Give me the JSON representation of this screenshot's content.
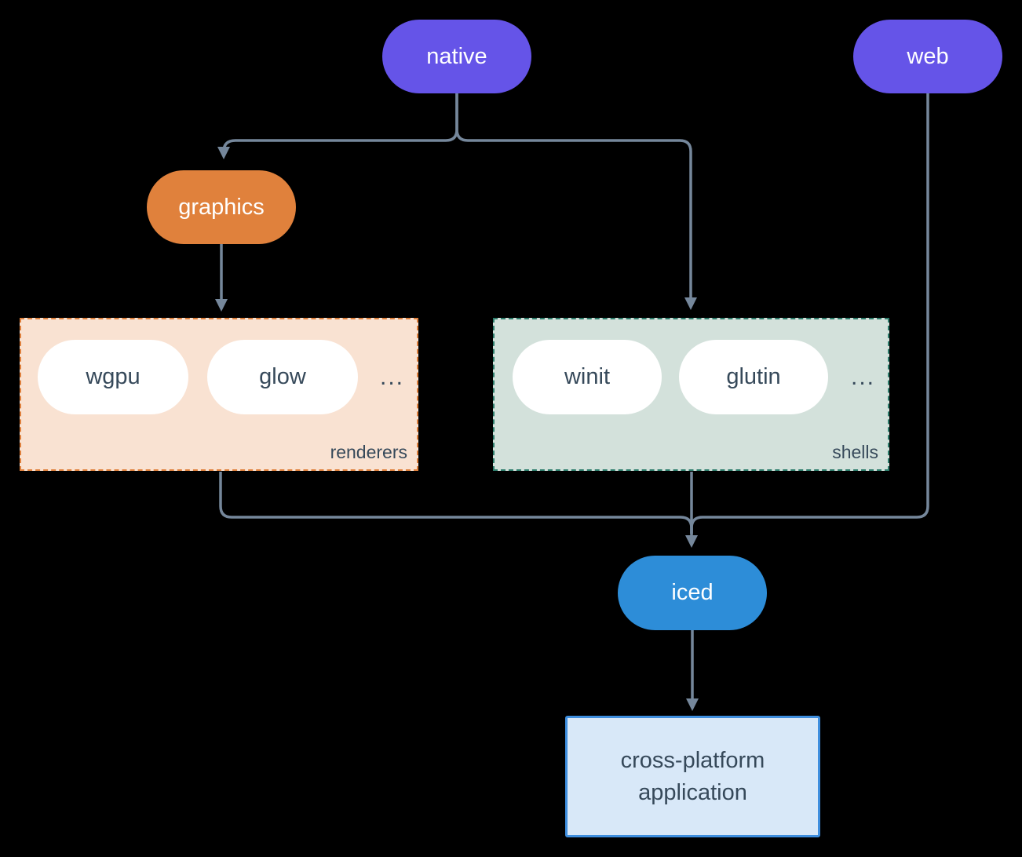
{
  "colors": {
    "purple": "#6554e8",
    "orange": "#e0813c",
    "blue": "#2d8dd8",
    "peach_bg": "#f9e2d2",
    "orange_border": "#e0813d",
    "sage_bg": "#d3e1db",
    "teal_border": "#2e7d6c",
    "lightblue_bg": "#d8e8f8",
    "blue_border": "#3e8ede",
    "slate_text": "#36495a",
    "line": "#75879b"
  },
  "nodes": {
    "native": {
      "label": "native"
    },
    "web": {
      "label": "web"
    },
    "graphics": {
      "label": "graphics"
    },
    "iced": {
      "label": "iced"
    },
    "app": {
      "label_line1": "cross-platform",
      "label_line2": "application"
    }
  },
  "groups": {
    "renderers": {
      "label": "renderers",
      "items": [
        "wgpu",
        "glow"
      ],
      "ellipsis": "..."
    },
    "shells": {
      "label": "shells",
      "items": [
        "winit",
        "glutin"
      ],
      "ellipsis": "..."
    }
  },
  "edges": [
    {
      "from": "native",
      "to": "graphics"
    },
    {
      "from": "native",
      "to": "shells"
    },
    {
      "from": "graphics",
      "to": "renderers"
    },
    {
      "from": "renderers",
      "to": "iced"
    },
    {
      "from": "shells",
      "to": "iced"
    },
    {
      "from": "web",
      "to": "iced"
    },
    {
      "from": "iced",
      "to": "app"
    }
  ]
}
